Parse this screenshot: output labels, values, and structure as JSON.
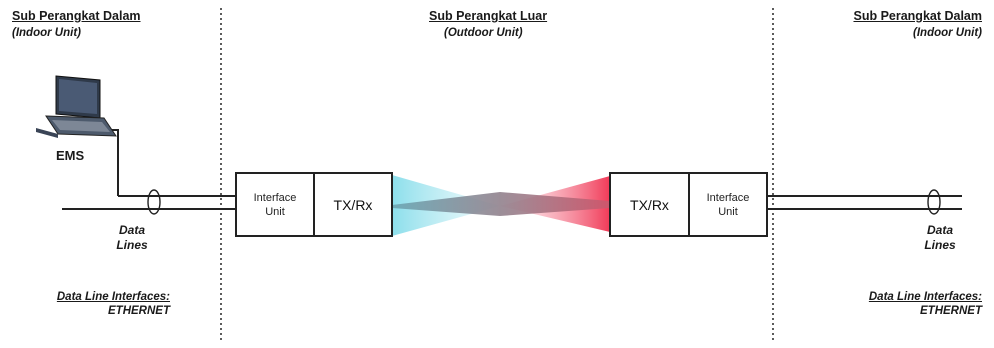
{
  "regions": {
    "left": {
      "title": "Sub Perangkat Dalam",
      "subtitle": "(Indoor Unit)"
    },
    "center": {
      "title": "Sub Perangkat Luar",
      "subtitle": "(Outdoor Unit)"
    },
    "right": {
      "title": "Sub Perangkat Dalam",
      "subtitle": "(Indoor Unit)"
    }
  },
  "ems_label": "EMS",
  "data_lines": {
    "left": {
      "line1": "Data",
      "line2": "Lines"
    },
    "right": {
      "line1": "Data",
      "line2": "Lines"
    }
  },
  "interfaces": {
    "left": {
      "line1": "Data Line Interfaces:",
      "line2": "ETHERNET"
    },
    "right": {
      "line1": "Data Line Interfaces:",
      "line2": "ETHERNET"
    }
  },
  "left_unit": {
    "interface_line1": "Interface",
    "interface_line2": "Unit",
    "txrx": "TX/Rx"
  },
  "right_unit": {
    "interface_line1": "Interface",
    "interface_line2": "Unit",
    "txrx": "TX/Rx"
  },
  "colors": {
    "beam_left": "#6fd3e6",
    "beam_right": "#f23a5a",
    "beam_core": "#9a7a88"
  }
}
